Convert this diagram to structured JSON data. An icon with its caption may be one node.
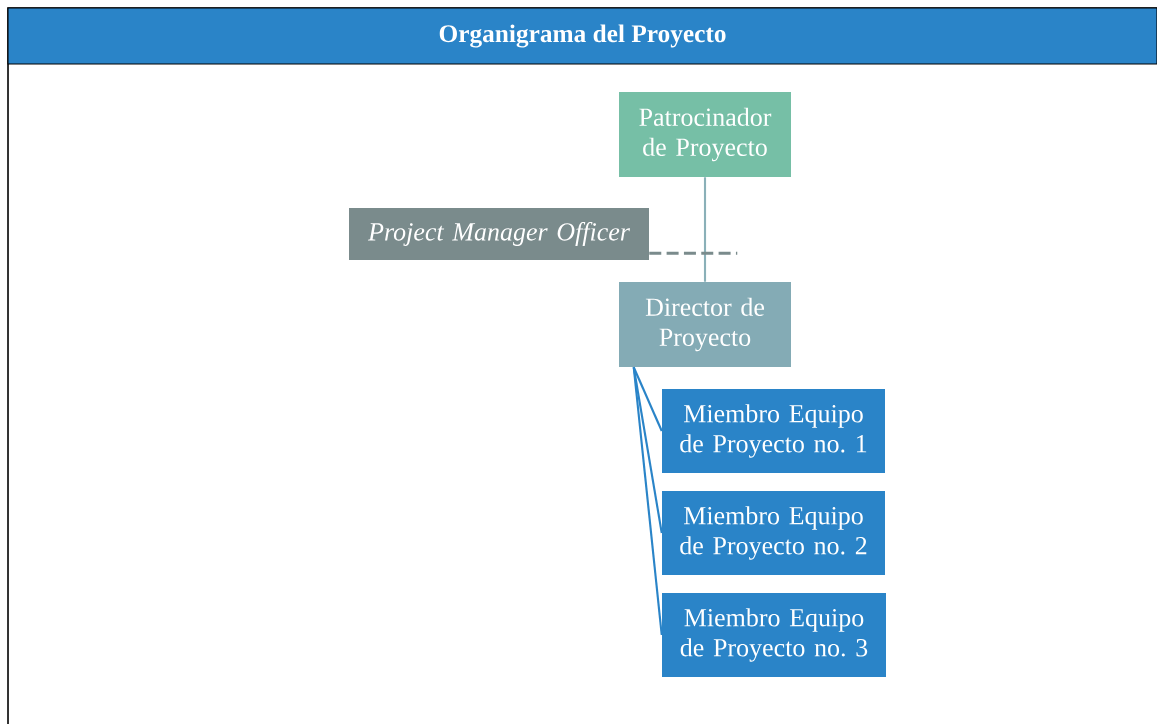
{
  "diagram": {
    "title": "Organigrama del Proyecto",
    "nodes": [
      {
        "text": [
          "Patrocinador de Proyecto"
        ]
      },
      {
        "text": [
          "Project Manager Officer"
        ]
      },
      {
        "text": [
          "Director de Proyecto"
        ]
      },
      {
        "text": [
          "Miembro Equipo de Proyecto no. 1"
        ]
      },
      {
        "text": [
          "Miembro Equipo de Proyecto no. 2"
        ]
      },
      {
        "text": [
          "Miembro Equipo de Proyecto no. 3"
        ]
      }
    ],
    "edges": [
      {
        "from": 0,
        "to": 2,
        "arrow": "none",
        "color": "#8ab0b8"
      },
      {
        "from": 1,
        "to": null,
        "arrow": "none",
        "style": "dashed",
        "color": "#7a8b8c"
      },
      {
        "from": 2,
        "to": 3,
        "arrow": "none"
      },
      {
        "from": 2,
        "to": 4,
        "arrow": "none"
      },
      {
        "from": 2,
        "to": 5,
        "arrow": "none"
      }
    ]
  }
}
